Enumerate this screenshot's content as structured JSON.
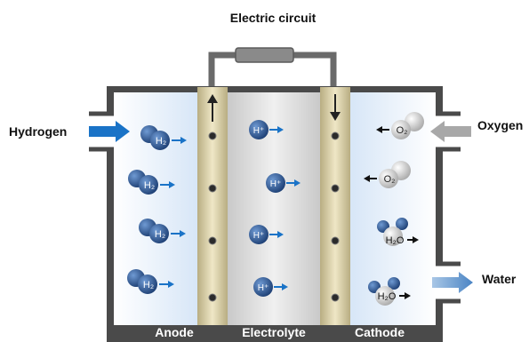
{
  "labels": {
    "circuit": "Electric circuit",
    "hydrogen": "Hydrogen",
    "oxygen": "Oxygen",
    "water": "Water",
    "anode": "Anode",
    "electrolyte": "Electrolyte",
    "cathode": "Cathode"
  },
  "molecules": {
    "h2": "H₂",
    "h_plus": "H⁺",
    "o2": "O₂",
    "h2o": "H₂O"
  },
  "colors": {
    "casing": "#4a4a4a",
    "electrode": "#d8cfa8",
    "hydrogen_blue": "#1f4e8c",
    "flow_arrow": "#1a73c7",
    "oxygen_gray": "#c8c8c8"
  }
}
